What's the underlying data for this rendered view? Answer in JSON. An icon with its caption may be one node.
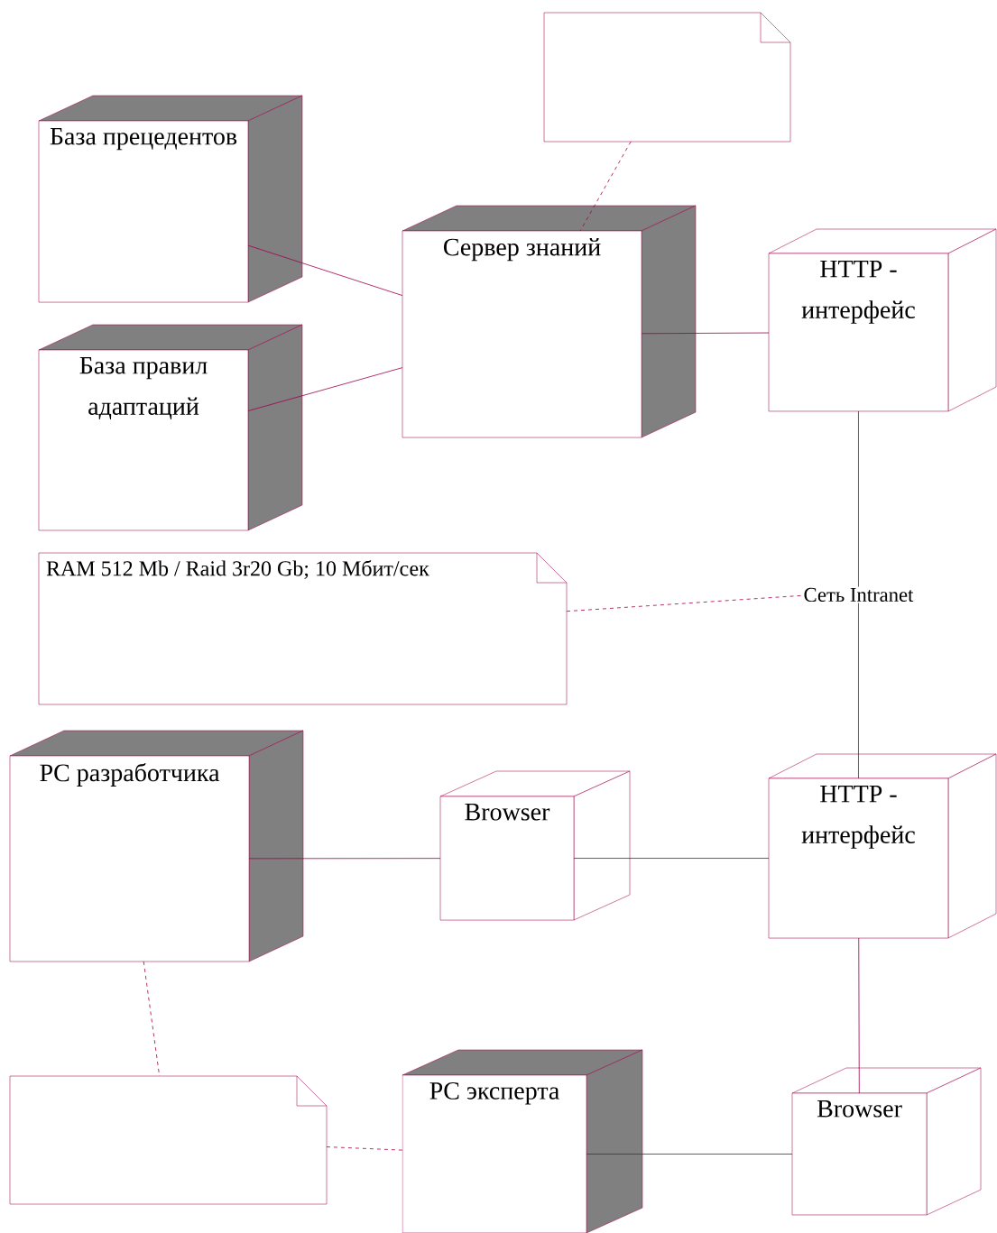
{
  "diagram": {
    "nodes": [
      {
        "text": [],
        "shape": "note"
      },
      {
        "text": [
          "База прецедентов"
        ]
      },
      {
        "text": [
          "База правил адаптаций"
        ]
      },
      {
        "text": [
          "Сервер знаний"
        ]
      },
      {
        "text": [
          "HTTP - интерфейс"
        ]
      },
      {
        "text": [
          "RAM 512 Mb / Raid 3r20 Gb; 10 Мбит/сек"
        ]
      },
      {
        "text": [
          "PC разработчика"
        ]
      },
      {
        "text": [
          "Browser"
        ]
      },
      {
        "text": [
          "HTTP - интерфейс"
        ]
      },
      {
        "text": [],
        "shape": "note"
      },
      {
        "text": [
          "PC эксперта"
        ]
      },
      {
        "text": [
          "Browser"
        ]
      }
    ],
    "edges": [
      {
        "from": 0,
        "to": 3,
        "arrow": "none",
        "style": "dashed"
      },
      {
        "from": 1,
        "to": 3,
        "arrow": "none"
      },
      {
        "from": 2,
        "to": 3,
        "arrow": "none"
      },
      {
        "from": 3,
        "to": 4,
        "arrow": "none"
      },
      {
        "from": 4,
        "to": 8,
        "arrow": "none",
        "label": "Сеть Intranet"
      },
      {
        "from": 5,
        "to": null,
        "arrow": "none",
        "style": "dashed"
      },
      {
        "from": 6,
        "to": 7,
        "arrow": "none"
      },
      {
        "from": 7,
        "to": 8,
        "arrow": "none"
      },
      {
        "from": 8,
        "to": 11,
        "arrow": "none"
      },
      {
        "from": 6,
        "to": 9,
        "arrow": "none",
        "style": "dashed"
      },
      {
        "from": 9,
        "to": 10,
        "arrow": "none",
        "style": "dashed"
      },
      {
        "from": 10,
        "to": 11,
        "arrow": "none"
      }
    ]
  }
}
